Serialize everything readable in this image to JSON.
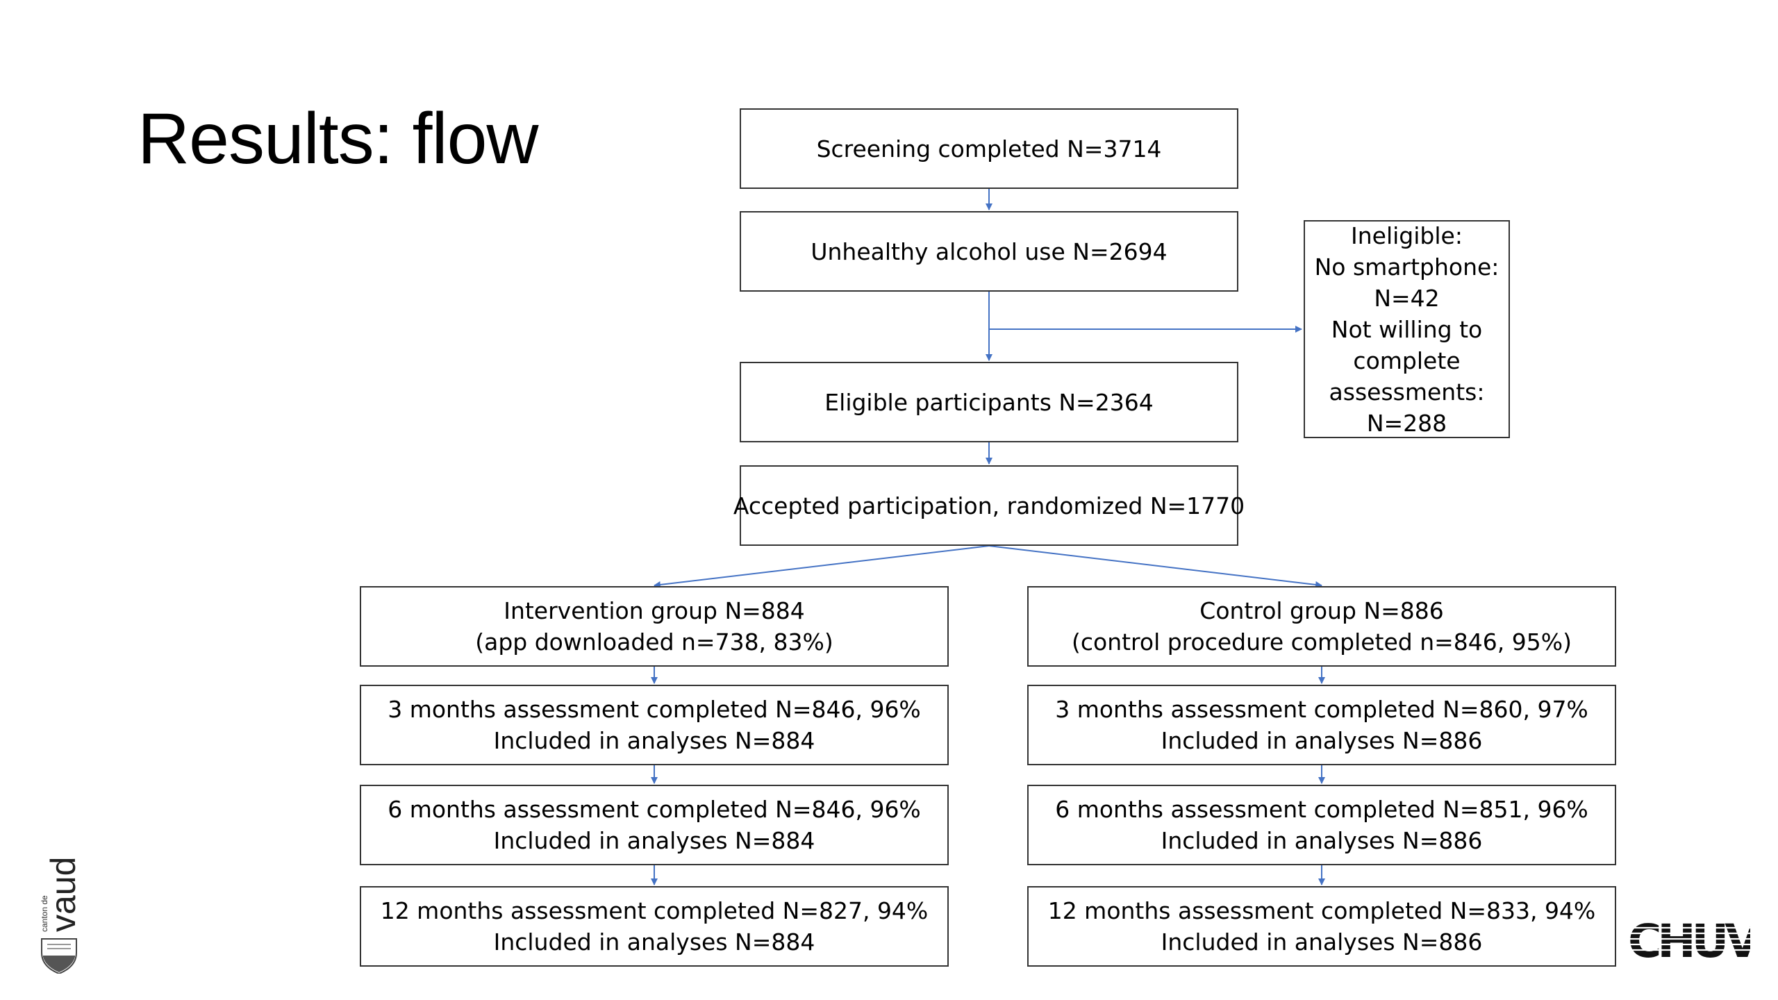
{
  "title": "Results: flow",
  "boxes": {
    "screening": {
      "line1": "Screening completed N=3714"
    },
    "unhealthy": {
      "line1": "Unhealthy alcohol use N=2694"
    },
    "eligible": {
      "line1": "Eligible participants N=2364"
    },
    "accepted": {
      "line1": "Accepted participation, randomized N=1770"
    },
    "ineligible": {
      "lines": [
        "Ineligible:",
        "No smartphone:",
        "N=42",
        "Not willing to",
        "complete",
        "assessments:",
        "N=288"
      ]
    },
    "intervention": {
      "group": {
        "line1": "Intervention group N=884",
        "line2": "(app downloaded n=738, 83%)"
      },
      "m3": {
        "line1": "3 months assessment completed N=846, 96%",
        "line2": "Included in analyses N=884"
      },
      "m6": {
        "line1": "6 months assessment completed N=846, 96%",
        "line2": "Included in analyses N=884"
      },
      "m12": {
        "line1": "12 months assessment completed N=827, 94%",
        "line2": "Included in analyses N=884"
      }
    },
    "control": {
      "group": {
        "line1": "Control group N=886",
        "line2": "(control procedure completed n=846, 95%)"
      },
      "m3": {
        "line1": "3 months assessment completed N=860, 97%",
        "line2": "Included in analyses N=886"
      },
      "m6": {
        "line1": "6 months assessment completed N=851, 96%",
        "line2": "Included in analyses N=886"
      },
      "m12": {
        "line1": "12 months assessment completed N=833, 94%",
        "line2": "Included in analyses N=886"
      }
    }
  },
  "logos": {
    "vaud": {
      "small": "canton de",
      "big": "vaud"
    },
    "chuv": {
      "text": "CHUV"
    }
  },
  "colors": {
    "arrow": "#4472C4",
    "border": "#333333"
  }
}
